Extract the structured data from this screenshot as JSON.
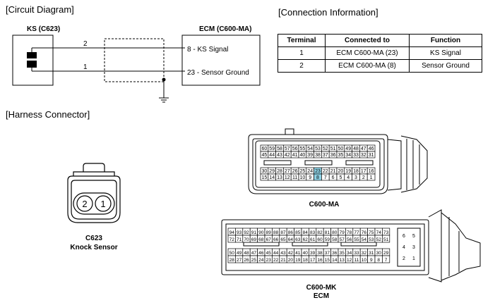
{
  "headers": {
    "circuit": "[Circuit Diagram]",
    "connection": "[Connection Information]",
    "harness": "[Harness Connector]"
  },
  "circuit": {
    "ks_label": "KS (C623)",
    "ecm_label": "ECM (C600-MA)",
    "ks_pin_top": "2",
    "ks_pin_bottom": "1",
    "ecm_pin_top": "8 - KS Signal",
    "ecm_pin_bottom": "23 - Sensor Ground"
  },
  "connection_table": {
    "columns": [
      "Terminal",
      "Connected to",
      "Function"
    ],
    "rows": [
      [
        "1",
        "ECM C600-MA (23)",
        "KS Signal"
      ],
      [
        "2",
        "ECM C600-MA (8)",
        "Sensor Ground"
      ]
    ]
  },
  "c623": {
    "pins": [
      "2",
      "1"
    ],
    "label_line1": "C623",
    "label_line2": "Knock Sensor"
  },
  "c600ma": {
    "label": "C600-MA",
    "rows": [
      [
        "60",
        "59",
        "58",
        "57",
        "56",
        "55",
        "54",
        "53",
        "52",
        "51",
        "50",
        "49",
        "48",
        "47",
        "46"
      ],
      [
        "45",
        "44",
        "43",
        "42",
        "41",
        "40",
        "39",
        "38",
        "37",
        "36",
        "35",
        "34",
        "33",
        "32",
        "31"
      ],
      [
        "30",
        "29",
        "28",
        "27",
        "26",
        "25",
        "24",
        "23",
        "22",
        "21",
        "20",
        "19",
        "18",
        "17",
        "16"
      ],
      [
        "15",
        "14",
        "13",
        "12",
        "11",
        "10",
        "9",
        "8",
        "7",
        "6",
        "5",
        "4",
        "3",
        "2",
        "1"
      ]
    ],
    "highlighted": [
      "23",
      "8"
    ]
  },
  "c600mk": {
    "label_line1": "C600-MK",
    "label_line2": "ECM",
    "rows": [
      [
        "94",
        "93",
        "92",
        "91",
        "90",
        "89",
        "88",
        "87",
        "86",
        "85",
        "84",
        "83",
        "82",
        "81",
        "80",
        "79",
        "78",
        "77",
        "76",
        "75",
        "74",
        "73"
      ],
      [
        "72",
        "71",
        "70",
        "69",
        "68",
        "67",
        "66",
        "65",
        "64",
        "63",
        "62",
        "61",
        "60",
        "59",
        "58",
        "57",
        "56",
        "55",
        "54",
        "53",
        "52",
        "51"
      ],
      [
        "50",
        "49",
        "48",
        "47",
        "46",
        "45",
        "44",
        "43",
        "42",
        "41",
        "40",
        "39",
        "38",
        "37",
        "36",
        "35",
        "34",
        "33",
        "32",
        "31",
        "30",
        "29"
      ],
      [
        "28",
        "27",
        "26",
        "25",
        "24",
        "23",
        "22",
        "21",
        "20",
        "19",
        "18",
        "17",
        "16",
        "15",
        "14",
        "13",
        "12",
        "11",
        "10",
        "9",
        "8",
        "7"
      ]
    ],
    "side_rows": [
      [
        "6",
        "5"
      ],
      [
        "4",
        "3"
      ],
      [
        "2",
        "1"
      ]
    ]
  },
  "colors": {
    "line": "#000000",
    "highlight": "#8fd3e6",
    "dashed": "#000000"
  }
}
